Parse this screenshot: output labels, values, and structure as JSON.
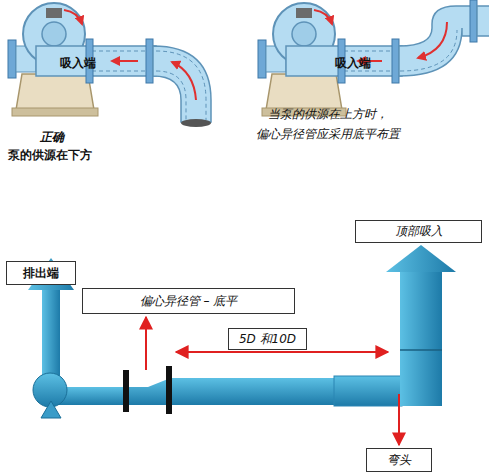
{
  "diagram": {
    "nodes": [
      {
        "text": [
          "顶部吸入"
        ]
      },
      {
        "text": [
          "排出端"
        ]
      },
      {
        "text": [
          "偏心异径管 – 底平"
        ]
      },
      {
        "text": [
          "5D 和10D"
        ]
      },
      {
        "text": [
          "弯头"
        ]
      }
    ],
    "labels": [
      "吸入端",
      "正确",
      "泵的供源在下方",
      "吸入端",
      "当泵的供源在上方时， 偏心异径管应采用底平布置"
    ]
  }
}
